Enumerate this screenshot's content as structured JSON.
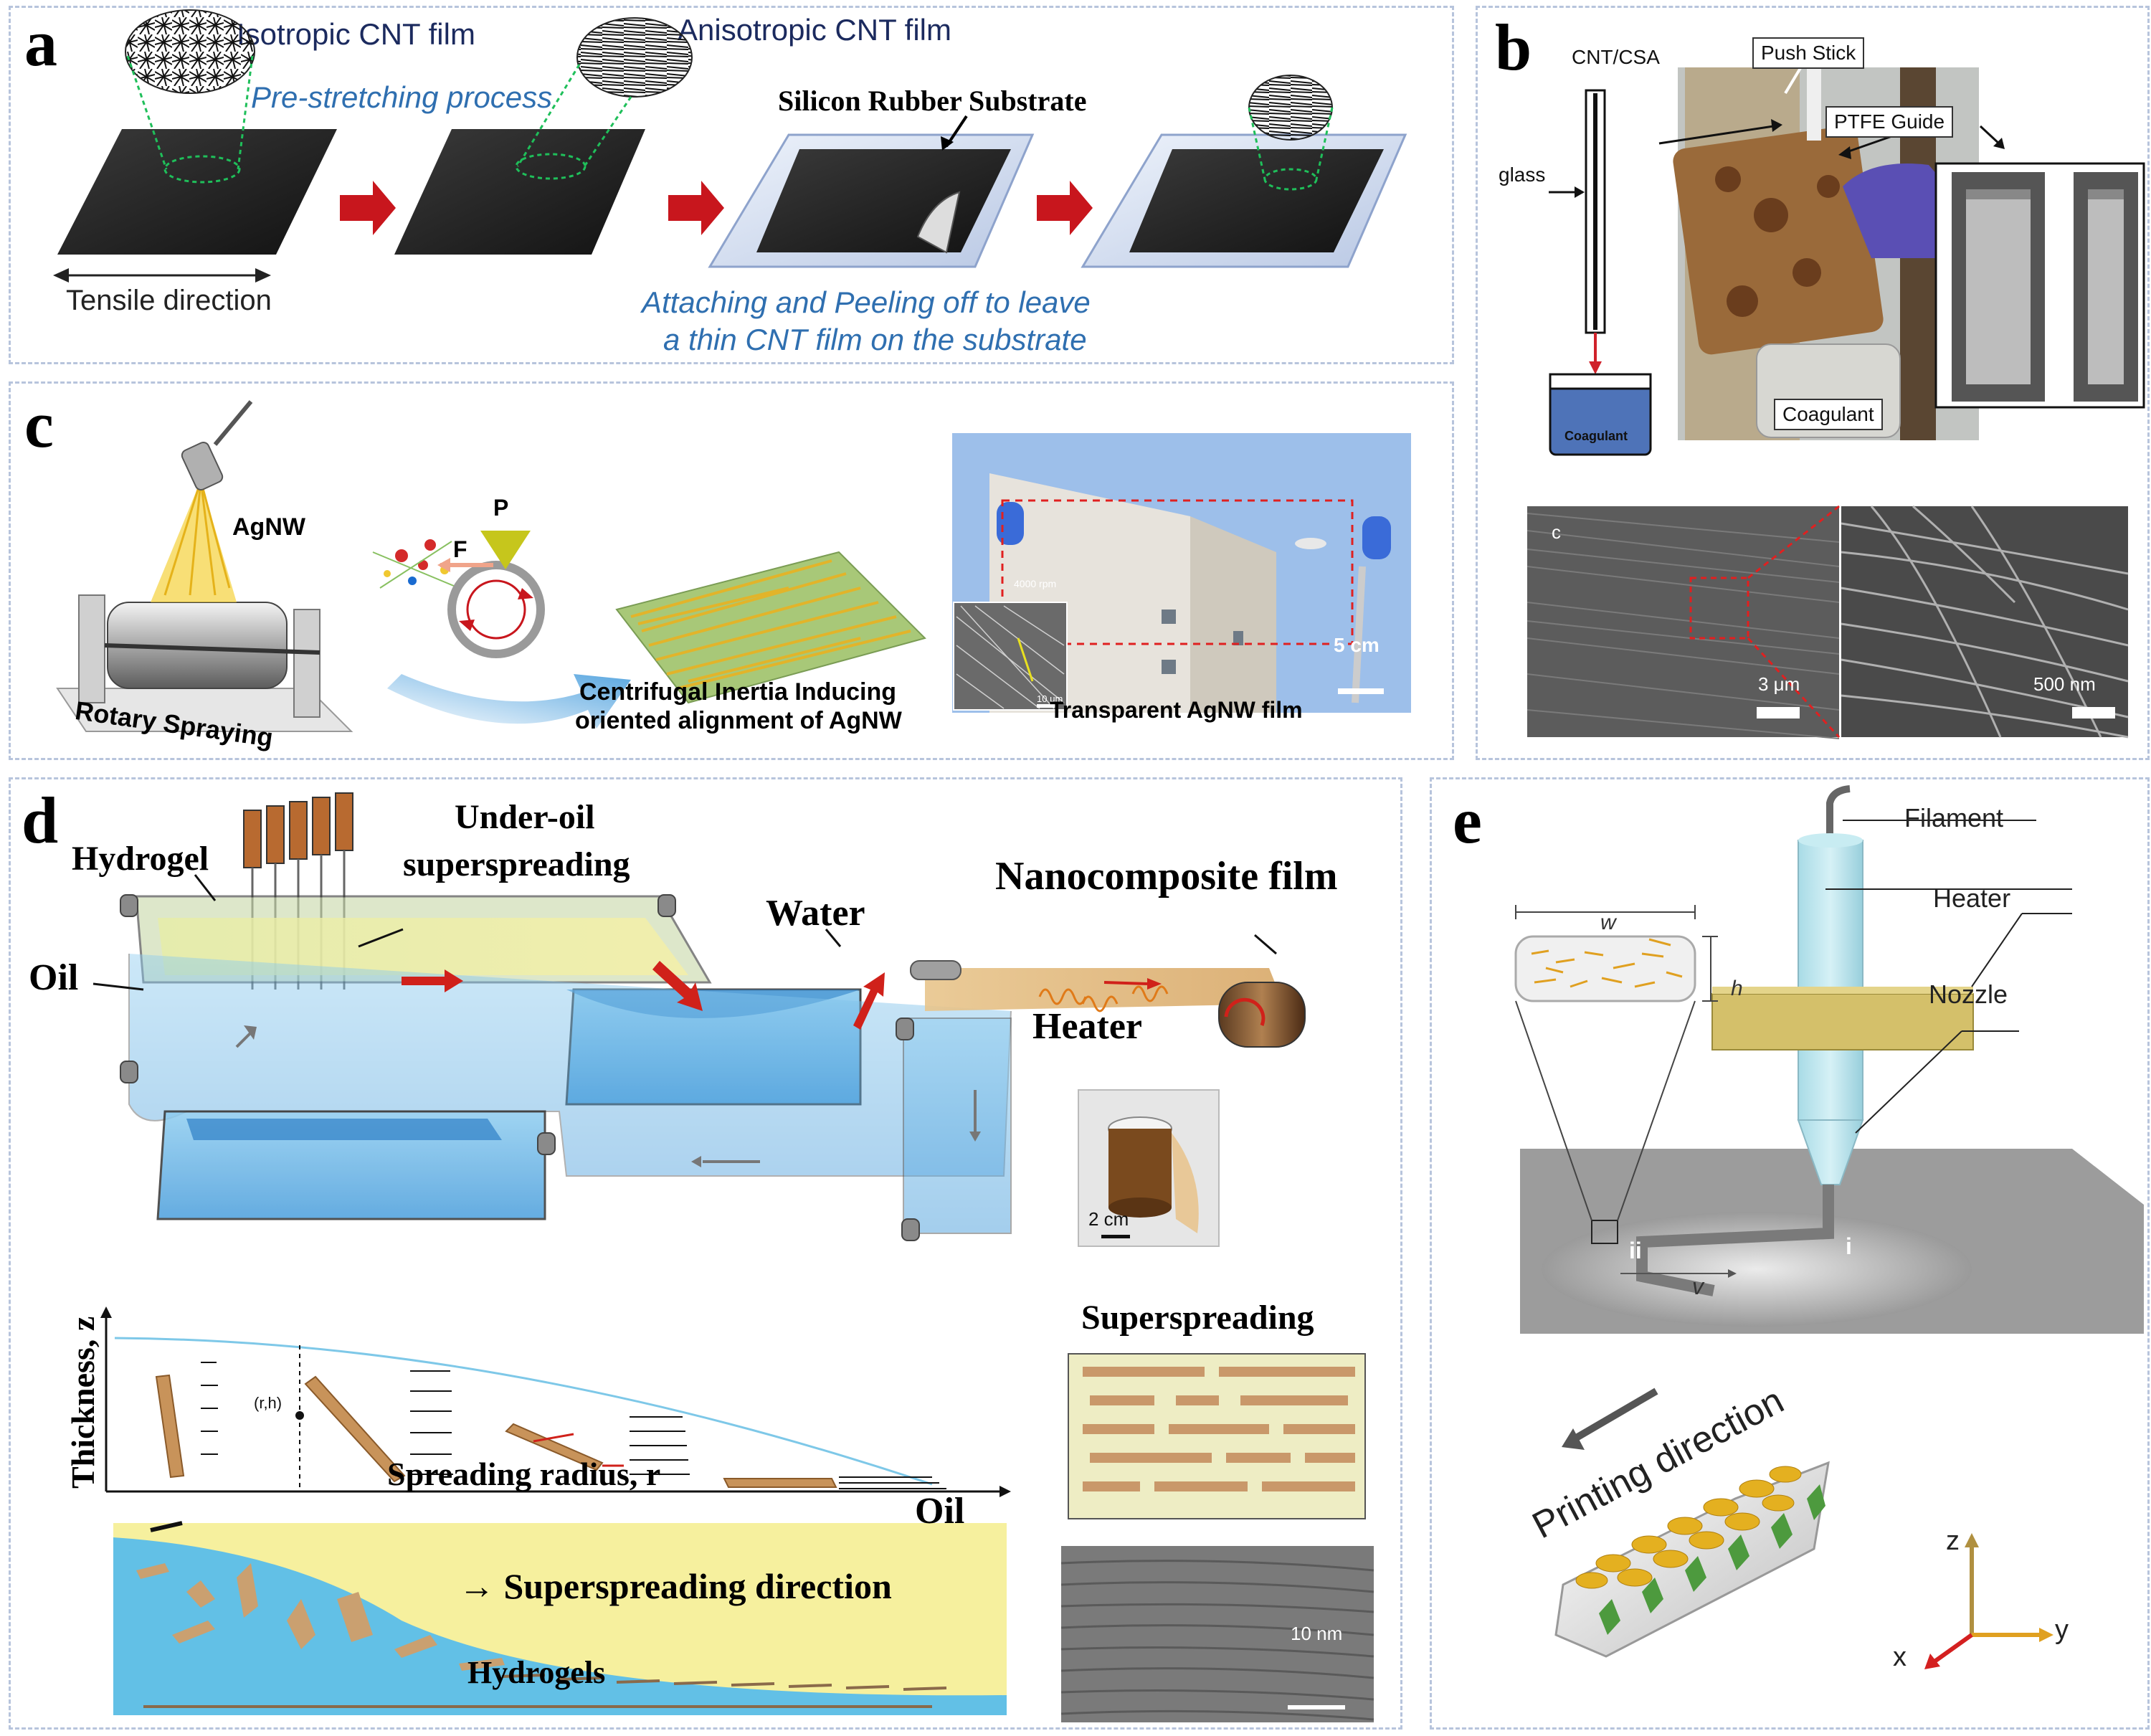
{
  "panels": {
    "a": {
      "label": "a",
      "isotropic": "Isotropic CNT film",
      "anisotropic": "Anisotropic CNT film",
      "prestretch": "Pre-stretching process",
      "substrate": "Silicon Rubber Substrate",
      "tensile": "Tensile  direction",
      "attach_line1": "Attaching and Peeling off to leave",
      "attach_line2": "a thin CNT film on the substrate"
    },
    "b": {
      "label": "b",
      "cnt_csa": "CNT/CSA",
      "glass": "glass",
      "coagulant_small": "Coagulant",
      "push_stick": "Push Stick",
      "ptfe_guide": "PTFE Guide",
      "coagulant": "Coagulant",
      "sem_tag": "c",
      "scale1": "3 μm",
      "scale2": "500 nm"
    },
    "c": {
      "label": "c",
      "agnw": "AgNW",
      "rotary": "Rotary Spraying",
      "P": "P",
      "F": "F",
      "centrifugal_line1": "Centrifugal Inertia Inducing",
      "centrifugal_line2": "oriented alignment of AgNW",
      "rpm": "4000 rpm",
      "inset_scale": "10 μm",
      "photo_scale": "5 cm",
      "transparent": "Transparent AgNW film"
    },
    "d": {
      "label": "d",
      "hydrogel": "Hydrogel",
      "underoil_line1": "Under-oil",
      "underoil_line2": "superspreading",
      "water": "Water",
      "nanocomposite": "Nanocomposite film",
      "oil_left": "Oil",
      "heater": "Heater",
      "scale": "2 cm",
      "thickness": "Thickness, z",
      "radius": "Spreading radius, r",
      "rh": "(r,h)",
      "superspreading": "Superspreading",
      "oil_bottom": "Oil",
      "direction": "→ Superspreading direction",
      "hydrogels": "Hydrogels",
      "tem_scale": "10 nm"
    },
    "e": {
      "label": "e",
      "filament": "Filament",
      "heater": "Heater",
      "nozzle": "Nozzle",
      "w": "w",
      "h": "h",
      "i": "i",
      "ii": "ii",
      "v": "v",
      "printing": "Printing direction",
      "axis_z": "z",
      "axis_y": "y",
      "axis_x": "x"
    }
  },
  "colors": {
    "panel_border": "#b7c4dc",
    "arrow_red": "#c8161d",
    "navy": "#1b2a5e",
    "italic_blue": "#2f6fb0",
    "water_blue": "#7fc3ea",
    "oil_yellow": "#f5ef9a",
    "cyan_nozzle": "#bfe8f0"
  }
}
